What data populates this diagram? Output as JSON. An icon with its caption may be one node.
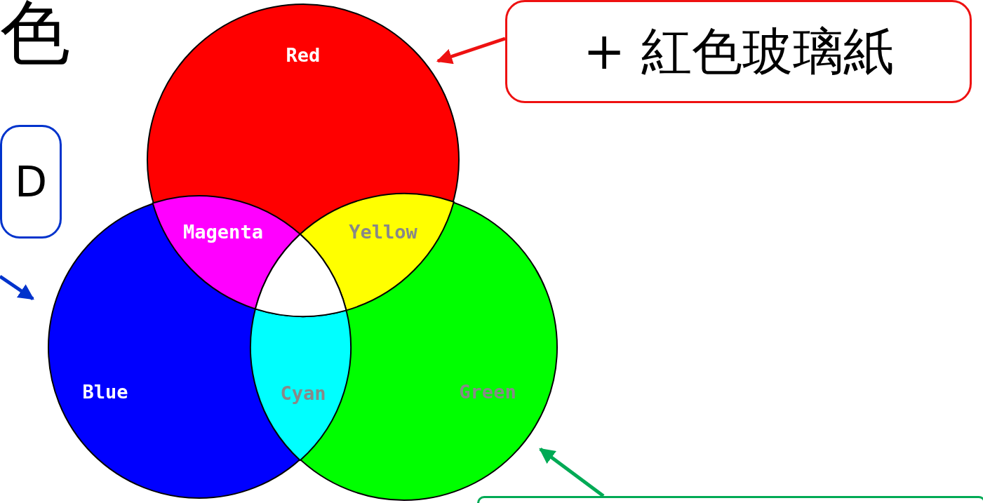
{
  "diagram": {
    "nodes": [
      {
        "text": [
          "D"
        ]
      },
      {
        "text": [
          "+ 紅色玻璃紙"
        ]
      },
      {
        "text": [],
        "shape": "box"
      },
      {
        "text": [
          "Red"
        ]
      },
      {
        "text": [
          "Blue"
        ]
      },
      {
        "text": [
          "Green"
        ]
      },
      {
        "text": [
          "Magenta"
        ]
      },
      {
        "text": [
          "Yellow"
        ]
      },
      {
        "text": [
          "Cyan"
        ]
      },
      {
        "text": [],
        "shape": "triangle"
      }
    ],
    "edges": [
      {
        "from": 1,
        "to": 3,
        "arrow": "to",
        "color": "#ee1111"
      },
      {
        "from": 0,
        "to": 4,
        "arrow": "to",
        "color": "#0033cc"
      },
      {
        "from": 2,
        "to": 5,
        "arrow": "to",
        "color": "#00aa55"
      }
    ],
    "labels": [
      "色"
    ]
  }
}
